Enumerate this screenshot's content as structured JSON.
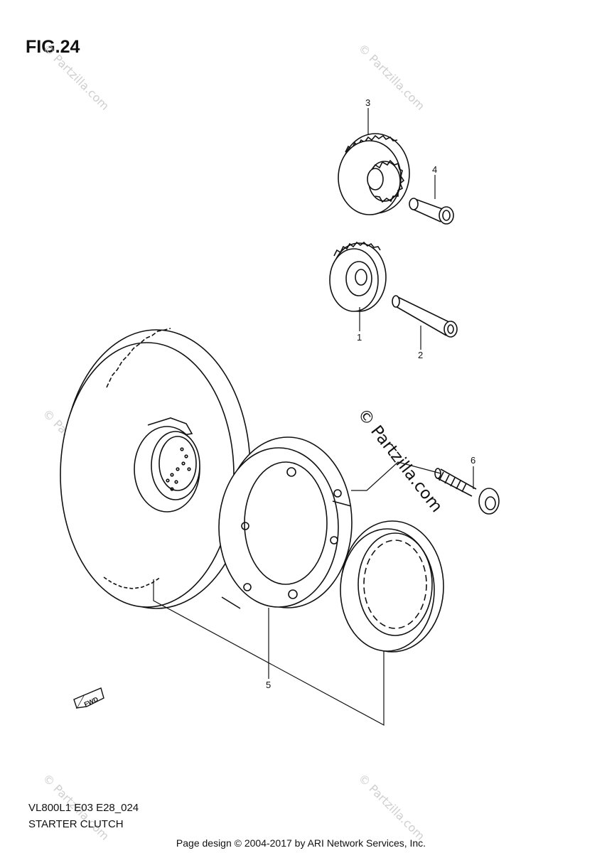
{
  "figure": {
    "title": "FIG.24",
    "model_code": "VL800L1 E03 E28_024",
    "section_name": "STARTER CLUTCH"
  },
  "callouts": [
    "1",
    "2",
    "3",
    "4",
    "5",
    "6"
  ],
  "fwd_label": "FWD",
  "watermark": {
    "text": "© Partzilla.com",
    "prominent_text": "© Partzilla.com"
  },
  "footer": "Page design © 2004-2017 by ARI Network Services, Inc."
}
